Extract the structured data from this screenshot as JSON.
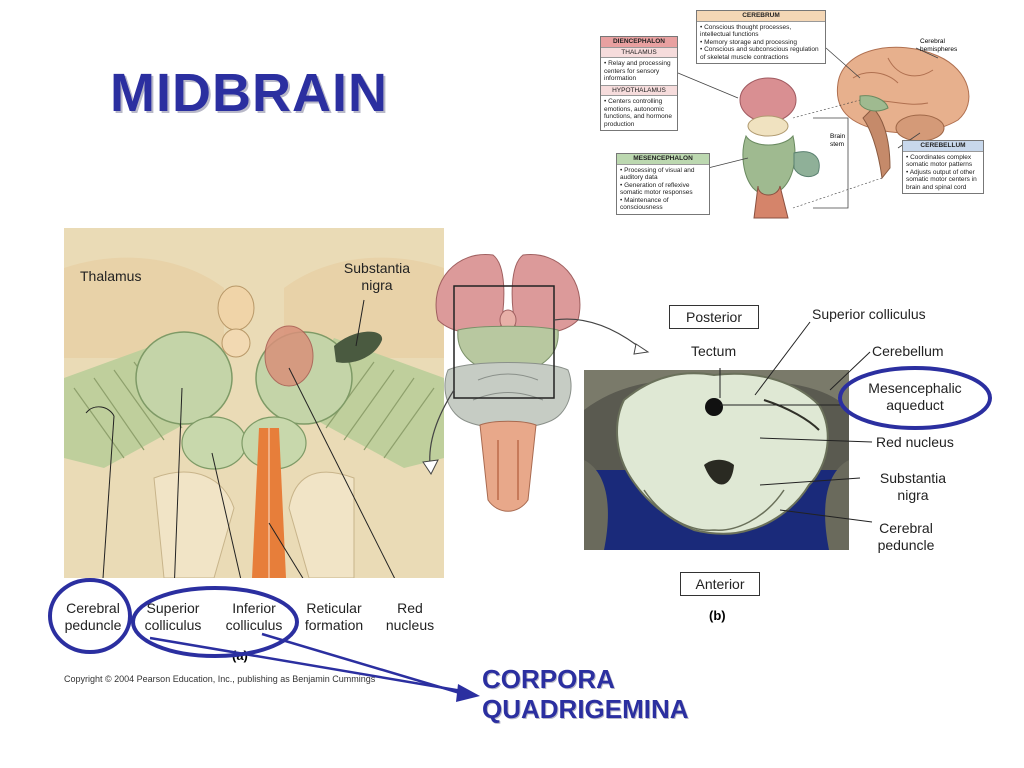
{
  "slide": {
    "title": "MIDBRAIN",
    "callout": [
      "CORPORA",
      "QUADRIGEMINA"
    ],
    "copyright": "Copyright © 2004 Pearson Education, Inc., publishing as Benjamin Cummings"
  },
  "overview": {
    "diencephalon": {
      "header": "DIENCEPHALON",
      "thalamus": "THALAMUS",
      "thalamus_desc": "• Relay and processing centers for sensory information",
      "hypothalamus": "HYPOTHALAMUS",
      "hypothalamus_desc": "• Centers controlling emotions, autonomic functions, and hormone production"
    },
    "cerebrum": {
      "header": "CEREBRUM",
      "desc": [
        "• Conscious thought processes, intellectual functions",
        "• Memory storage and processing",
        "• Conscious and subconscious regulation of skeletal muscle contractions"
      ]
    },
    "mesencephalon": {
      "header": "MESENCEPHALON",
      "desc": [
        "• Processing of visual and auditory data",
        "• Generation of reflexive somatic motor responses",
        "• Maintenance of consciousness"
      ]
    },
    "cerebellum": {
      "header": "CEREBELLUM",
      "desc": [
        "• Coordinates complex somatic motor patterns",
        "• Adjusts output of other somatic motor centers in brain and spinal cord"
      ]
    },
    "labels": {
      "hemispheres": "Cerebral hemispheres",
      "brainstem": "Brain stem"
    }
  },
  "panel_a": {
    "labels": {
      "thalamus": "Thalamus",
      "substantia_nigra": "Substantia nigra",
      "cerebral_peduncle": "Cerebral peduncle",
      "superior_colliculus": "Superior colliculus",
      "inferior_colliculus": "Inferior colliculus",
      "reticular_formation": "Reticular formation",
      "red_nucleus": "Red nucleus",
      "panel_letter": "(a)"
    }
  },
  "panel_b": {
    "labels": {
      "posterior": "Posterior",
      "anterior": "Anterior",
      "tectum": "Tectum",
      "superior_colliculus": "Superior colliculus",
      "cerebellum": "Cerebellum",
      "mesencephalic_aqueduct": "Mesencephalic aqueduct",
      "red_nucleus": "Red nucleus",
      "substantia_nigra": "Substantia nigra",
      "cerebral_peduncle": "Cerebral peduncle",
      "panel_letter": "(b)"
    }
  },
  "colors": {
    "title": "#2b2fa0",
    "highlight": "#2b2fa0",
    "section": "#1a2a8a"
  }
}
